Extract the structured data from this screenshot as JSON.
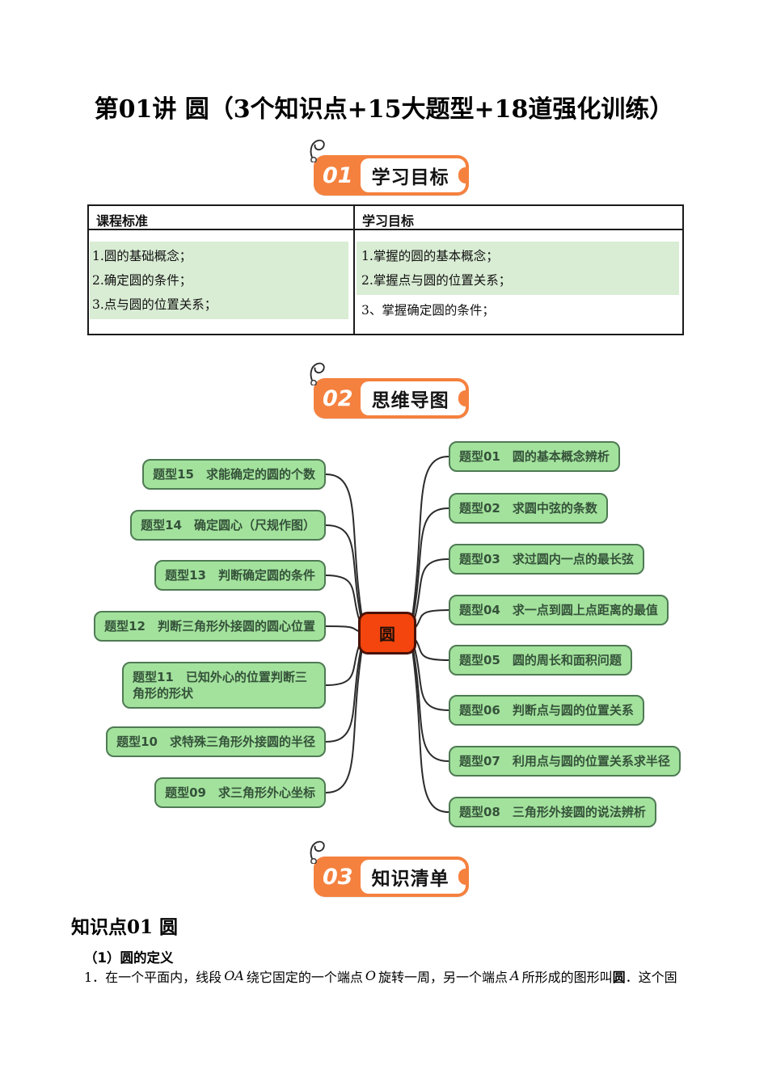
{
  "page": {
    "title": "第01讲 圆（3个知识点+15大题型+18道强化训练）"
  },
  "sections": [
    {
      "num": "01",
      "label": "学习目标"
    },
    {
      "num": "02",
      "label": "思维导图"
    },
    {
      "num": "03",
      "label": "知识清单"
    }
  ],
  "table": {
    "headers": [
      "课程标准",
      "学习目标"
    ],
    "left_items": [
      "1.圆的基础概念；",
      "2.确定圆的条件；",
      "3.点与圆的位置关系；"
    ],
    "right_items": [
      "1.掌握的圆的基本概念；",
      "2.掌握点与圆的位置关系；",
      "3、掌握确定圆的条件；"
    ]
  },
  "mindmap": {
    "center": "圆",
    "left": [
      "题型15　求能确定的圆的个数",
      "题型14　确定圆心（尺规作图）",
      "题型13　判断确定圆的条件",
      "题型12　判断三角形外接圆的圆心位置",
      "题型11　已知外心的位置判断三角形的形状",
      "题型10　求特殊三角形外接圆的半径",
      "题型09　求三角形外心坐标"
    ],
    "right": [
      "题型01　圆的基本概念辨析",
      "题型02　求圆中弦的条数",
      "题型03　求过圆内一点的最长弦",
      "题型04　求一点到圆上点距离的最值",
      "题型05　圆的周长和面积问题",
      "题型06　判断点与圆的位置关系",
      "题型07　利用点与圆的位置关系求半径",
      "题型08　三角形外接圆的说法辨析"
    ]
  },
  "knowledge": {
    "heading": "知识点01 圆",
    "sub_heading": "（1）圆的定义",
    "body_parts": [
      {
        "t": "1．在一个平面内，线段",
        "s": "normal"
      },
      {
        "t": "OA",
        "s": "math"
      },
      {
        "t": "绕它固定的一个端点",
        "s": "normal"
      },
      {
        "t": "O",
        "s": "math"
      },
      {
        "t": "旋转一周，另一个端点",
        "s": "normal"
      },
      {
        "t": "A",
        "s": "math"
      },
      {
        "t": "所形成的图形叫",
        "s": "normal"
      },
      {
        "t": "圆",
        "s": "bold"
      },
      {
        "t": "．这个固",
        "s": "normal"
      }
    ]
  },
  "colors": {
    "badge_orange": "#f5813f",
    "node_green": "#a3e29d",
    "node_green_border": "#4e7a53",
    "center_red": "#f4450e",
    "table_highlight_green": "#d9ecd4"
  }
}
